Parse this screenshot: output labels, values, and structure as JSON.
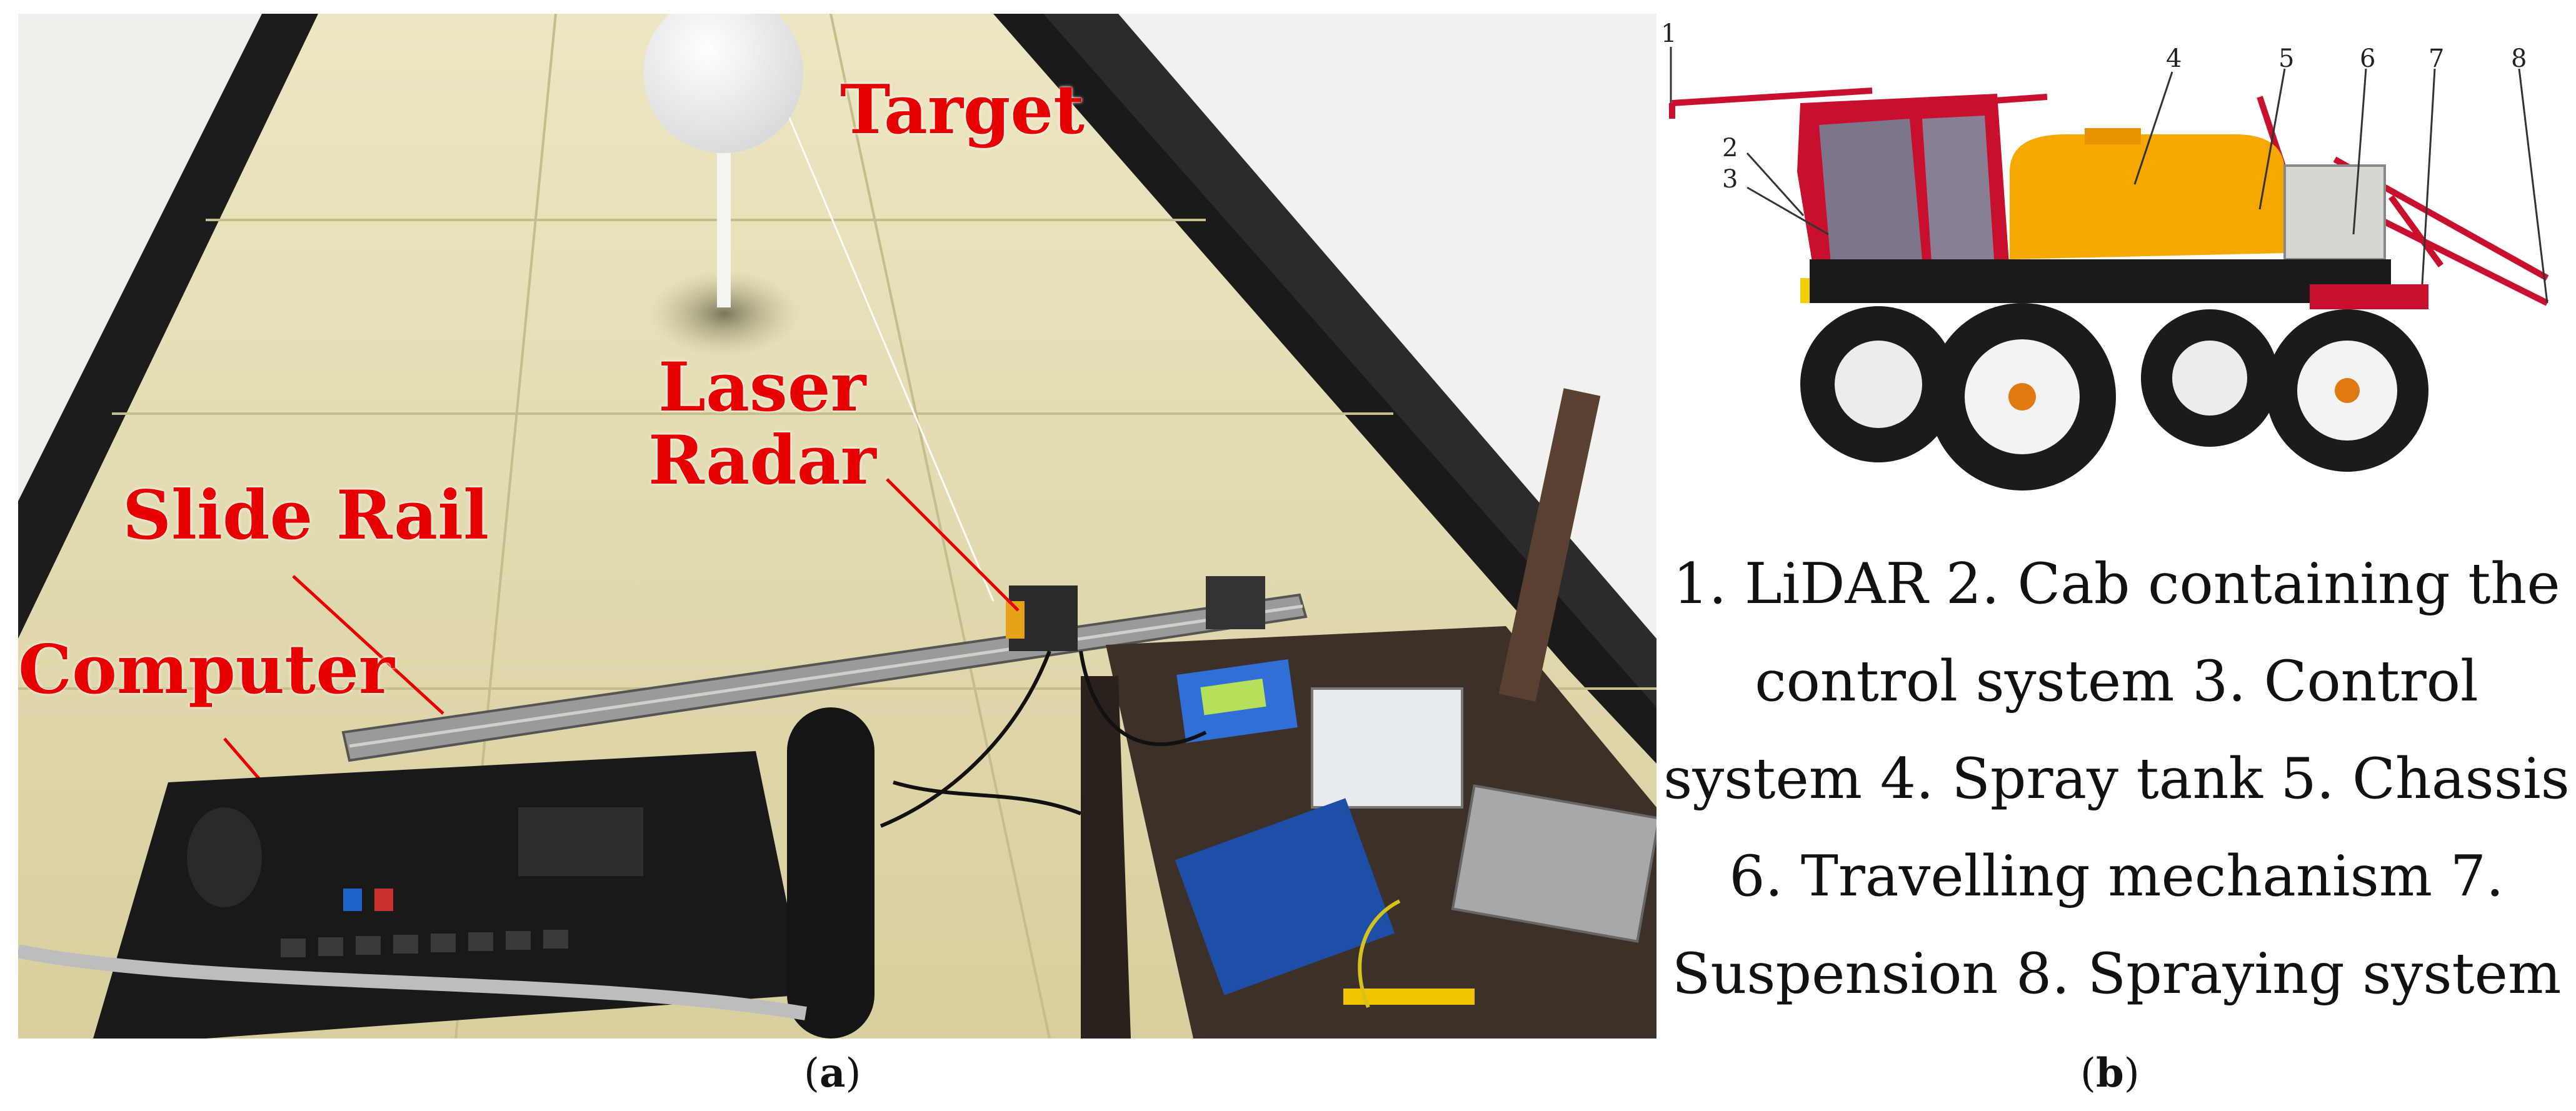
{
  "panel_a": {
    "labels": {
      "target": "Target",
      "laser_radar": "Laser\nRadar",
      "slide_rail": "Slide Rail",
      "computer": "Computer"
    },
    "caption": {
      "open": "(",
      "letter": "a",
      "close": ")"
    }
  },
  "panel_b": {
    "numbers": [
      "1",
      "2",
      "3",
      "4",
      "5",
      "6",
      "7",
      "8"
    ],
    "legend": "1. LiDAR 2. Cab containing the control system 3. Control system 4. Spray tank 5. Chassis 6. Travelling mechanism 7. Suspension 8. Spraying system",
    "caption": {
      "open": "(",
      "letter": "b",
      "close": ")"
    }
  },
  "colors": {
    "label_red": "#e60000",
    "tractor_red": "#c8102e",
    "tank_yellow": "#f5a800"
  }
}
